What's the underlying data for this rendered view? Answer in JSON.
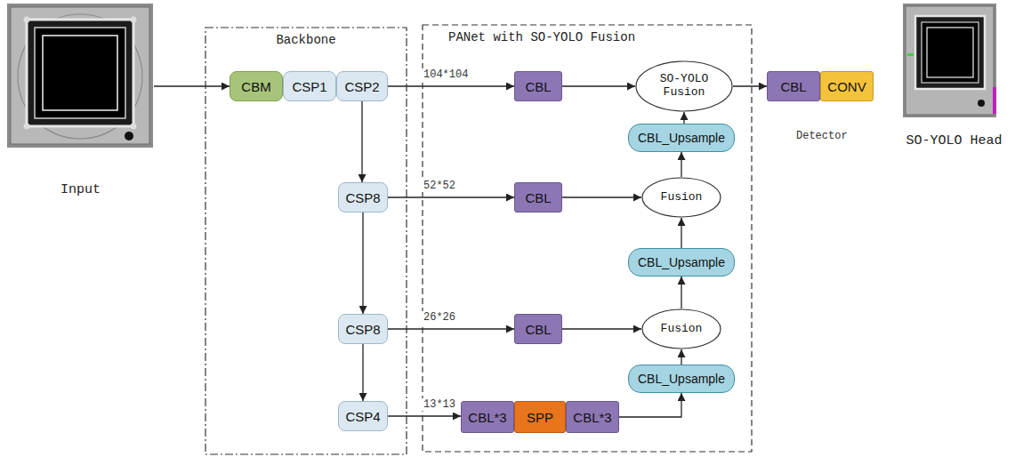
{
  "diagram": {
    "nodes": [
      {
        "text": [
          "Input"
        ]
      },
      {
        "text": [
          "Backbone"
        ]
      },
      {
        "text": [
          "CBM"
        ],
        "in": 1
      },
      {
        "text": [
          "CSP1"
        ],
        "in": 1
      },
      {
        "text": [
          "CSP2"
        ],
        "in": 1
      },
      {
        "text": [
          "CSP8"
        ],
        "in": 1
      },
      {
        "text": [
          "CSP8"
        ],
        "in": 1
      },
      {
        "text": [
          "CSP4"
        ],
        "in": 1
      },
      {
        "text": [
          "PANet with SO-YOLO Fusion"
        ]
      },
      {
        "text": [
          "CBL"
        ],
        "in": 8
      },
      {
        "text": [
          "SO-YOLO Fusion"
        ],
        "in": 8
      },
      {
        "text": [
          "CBL_Upsample"
        ],
        "in": 8
      },
      {
        "text": [
          "CBL"
        ],
        "in": 8
      },
      {
        "text": [
          "Fusion"
        ],
        "in": 8
      },
      {
        "text": [
          "CBL_Upsample"
        ],
        "in": 8
      },
      {
        "text": [
          "CBL"
        ],
        "in": 8
      },
      {
        "text": [
          "Fusion"
        ],
        "in": 8
      },
      {
        "text": [
          "CBL_Upsample"
        ],
        "in": 8
      },
      {
        "text": [
          "CBL*3"
        ],
        "in": 8
      },
      {
        "text": [
          "SPP"
        ],
        "in": 8
      },
      {
        "text": [
          "CBL*3"
        ],
        "in": 8
      },
      {
        "text": [
          "CBL"
        ]
      },
      {
        "text": [
          "CONV"
        ]
      },
      {
        "text": [
          "SO-YOLO Head"
        ]
      }
    ],
    "edges": [
      {
        "from": 0,
        "to": 2,
        "arrow": "to"
      },
      {
        "from": 4,
        "to": 5,
        "arrow": "to"
      },
      {
        "from": 5,
        "to": 6,
        "arrow": "to"
      },
      {
        "from": 6,
        "to": 7,
        "arrow": "to"
      },
      {
        "from": 4,
        "to": 9,
        "arrow": "to",
        "label": "104*104"
      },
      {
        "from": 5,
        "to": 12,
        "arrow": "to",
        "label": "52*52"
      },
      {
        "from": 6,
        "to": 15,
        "arrow": "to",
        "label": "26*26"
      },
      {
        "from": 7,
        "to": 18,
        "arrow": "to",
        "label": "13*13"
      },
      {
        "from": 20,
        "to": 17,
        "arrow": "to"
      },
      {
        "from": 17,
        "to": 16,
        "arrow": "to"
      },
      {
        "from": 15,
        "to": 16,
        "arrow": "to"
      },
      {
        "from": 16,
        "to": 14,
        "arrow": "to"
      },
      {
        "from": 14,
        "to": 13,
        "arrow": "to"
      },
      {
        "from": 12,
        "to": 13,
        "arrow": "to"
      },
      {
        "from": 13,
        "to": 11,
        "arrow": "to"
      },
      {
        "from": 11,
        "to": 10,
        "arrow": "to"
      },
      {
        "from": 9,
        "to": 10,
        "arrow": "to"
      },
      {
        "from": 10,
        "to": 21,
        "arrow": "to"
      }
    ],
    "labels": [
      "Detector"
    ]
  }
}
